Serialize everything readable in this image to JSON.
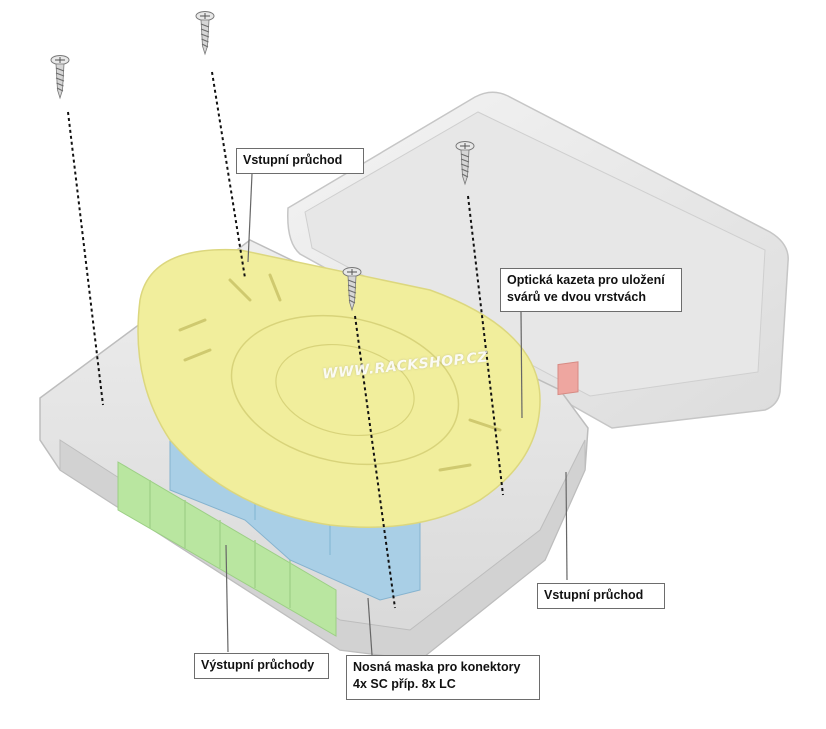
{
  "labels": {
    "input_top": "Vstupní průchod",
    "cassette_line1": "Optická kazeta pro uložení",
    "cassette_line2": "svárů ve dvou vrstvách",
    "input_right": "Vstupní průchod",
    "outputs": "Výstupní průchody",
    "mask_line1": "Nosná maska pro konektory",
    "mask_line2": "4x SC příp. 8x LC"
  },
  "watermark": "WWW.RACKSHOP.CZ",
  "colors": {
    "cassette": "#f1ee9c",
    "mask": "#a9cfe6",
    "outputs": "#b9e6a0",
    "input_port": "#eea6a0",
    "housing": "#ececec",
    "outline": "#bdbdbd"
  },
  "icons": [
    "screw-icon",
    "screw-icon",
    "screw-icon",
    "screw-icon"
  ]
}
